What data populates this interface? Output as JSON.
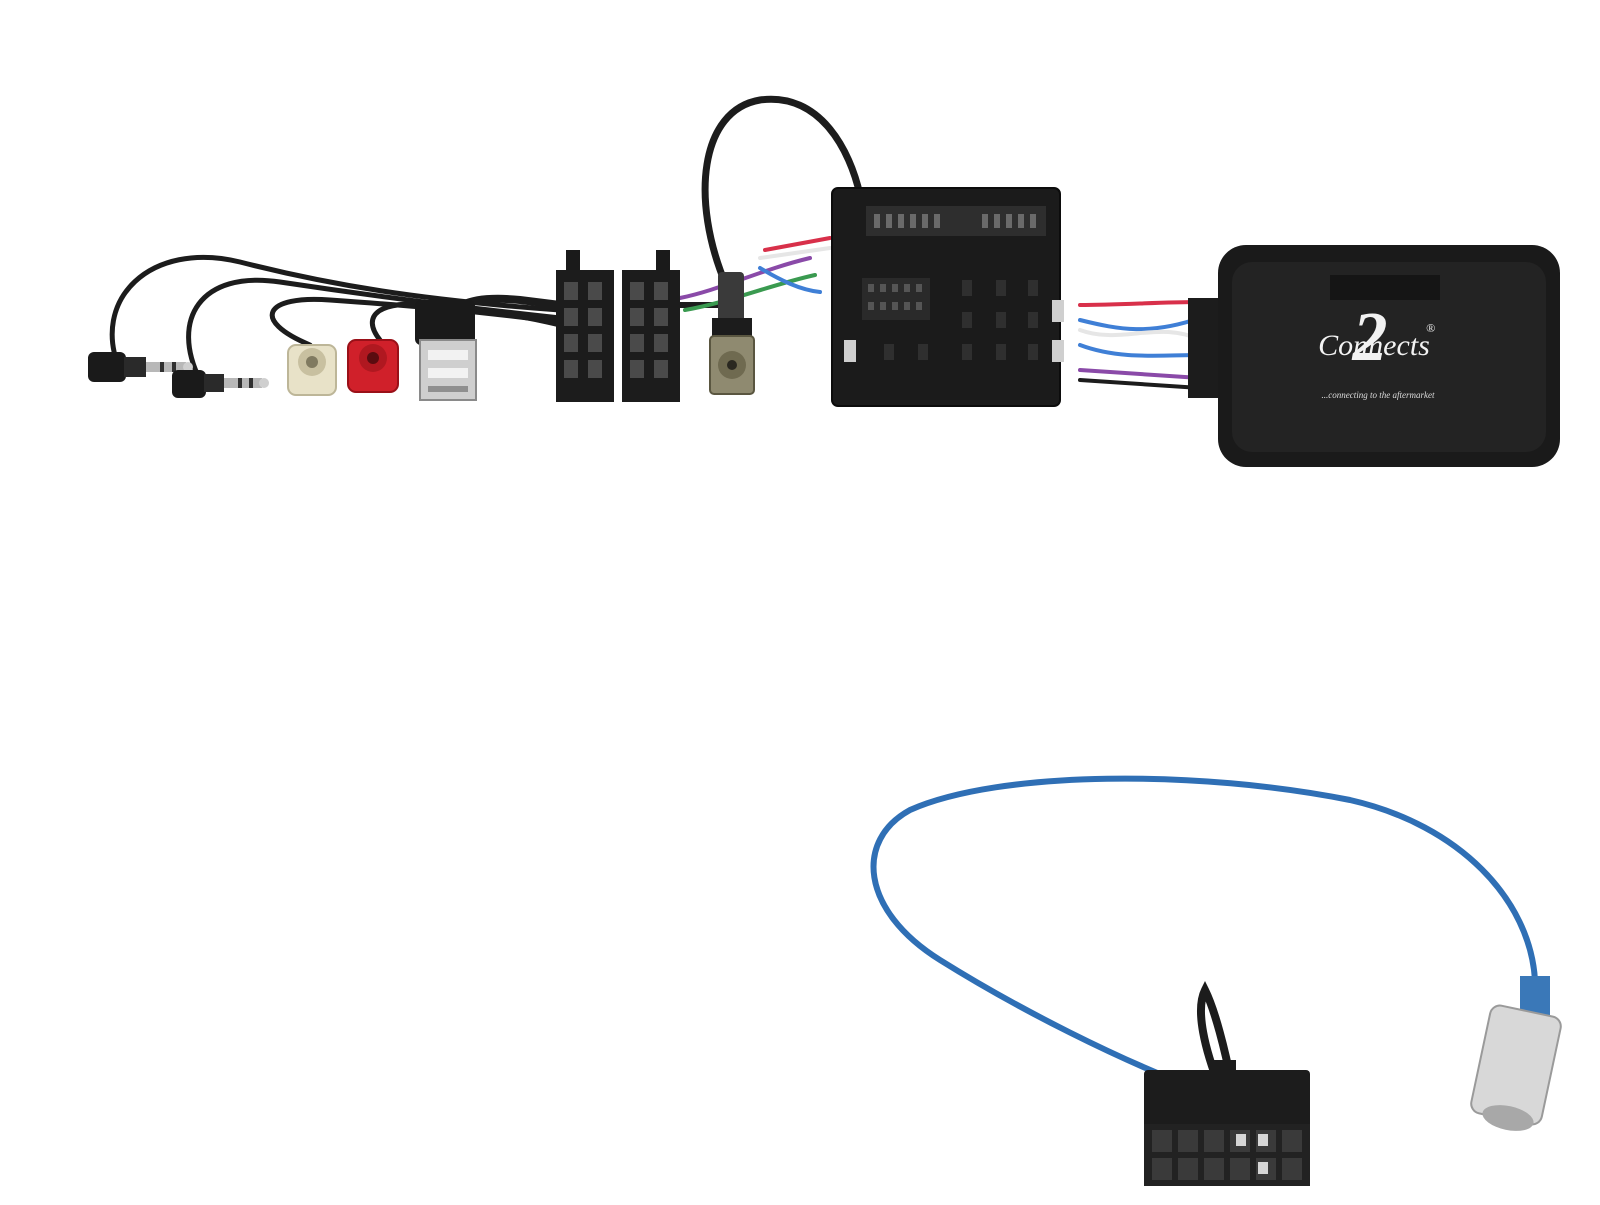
{
  "product": {
    "brand_number": "2",
    "brand_name": "Connects",
    "registered_mark": "®",
    "tagline": "...connecting to the aftermarket"
  },
  "colors": {
    "background": "#ffffff",
    "cable_black": "#1c1c1c",
    "module_body": "#1a1a1a",
    "patch_lead_blue": "#2f6fb5",
    "rca_white": "#e8e2c8",
    "rca_red": "#d0202a",
    "wire_red": "#d8304a",
    "wire_blue": "#3f7fd6",
    "wire_green": "#3a9a50",
    "wire_purple": "#8a4aa8"
  },
  "icons": {
    "jack_3_5mm": "3-5mm-jack-plug",
    "rca_plug": "rca-phono-plug",
    "usb_plug": "usb-a-plug",
    "iso_connector": "iso-block-connector",
    "antenna_connector": "fakra-antenna-connector",
    "quadlock_connector": "quadlock-connector",
    "interface_box": "steering-interface-box",
    "patch_lead_plug": "12-pin-patch-lead-plug",
    "din_plug": "din-antenna-plug"
  }
}
